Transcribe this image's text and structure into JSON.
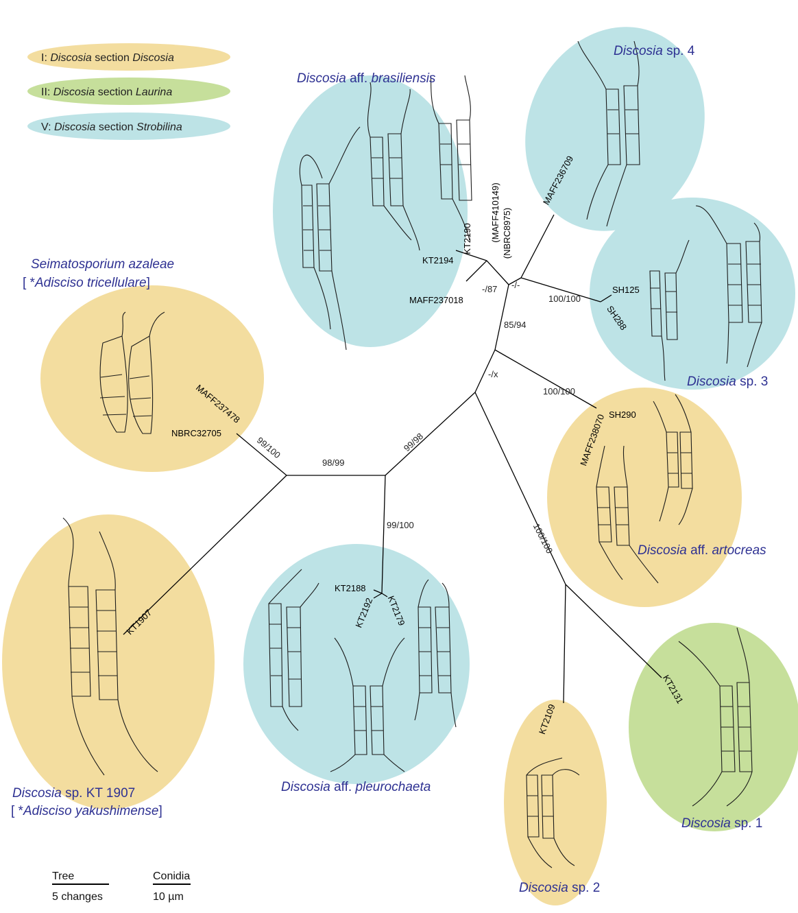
{
  "colors": {
    "section_I": "#f3dd9f",
    "section_II": "#c6df9b",
    "section_V": "#bde3e6",
    "taxon_text": "#2e3192"
  },
  "legend": [
    {
      "prefix": "I: ",
      "genus": "Discosia",
      "mid": " section ",
      "section": "Discosia",
      "color_key": "section_I"
    },
    {
      "prefix": "II: ",
      "genus": "Discosia",
      "mid": " section ",
      "section": "Laurina",
      "color_key": "section_II"
    },
    {
      "prefix": "V: ",
      "genus": "Discosia",
      "mid": " section ",
      "section": "Strobilina",
      "color_key": "section_V"
    }
  ],
  "clades": {
    "brasiliensis": {
      "genus": "Discosia",
      "mid": " aff. ",
      "epithet": "brasiliensis"
    },
    "sp4": {
      "genus": "Discosia",
      "rest": " sp. 4"
    },
    "sp3": {
      "genus": "Discosia",
      "rest": " sp. 3"
    },
    "artocreas": {
      "genus": "Discosia",
      "mid": " aff. ",
      "epithet": "artocreas"
    },
    "sp1": {
      "genus": "Discosia",
      "rest": " sp. 1"
    },
    "sp2": {
      "genus": "Discosia",
      "rest": " sp. 2"
    },
    "pleurochaeta": {
      "genus": "Discosia",
      "mid": " aff. ",
      "epithet": "pleurochaeta"
    },
    "seimatosporium": {
      "line1": "Seimatosporium azaleae",
      "line2_open": "[ *",
      "line2_name": "Adisciso tricellulare",
      "line2_close": "]"
    },
    "kt1907": {
      "genus": "Discosia",
      "rest": " sp. KT 1907",
      "line2_open": "[ *",
      "line2_name": "Adisciso yakushimense",
      "line2_close": "]"
    }
  },
  "strains": {
    "kt2190": "KT2190",
    "kt2194": "KT2194",
    "maff237018": "MAFF237018",
    "maff410149": "(MAFF410149)",
    "nbrc8975": "(NBRC8975)",
    "maff236709": "MAFF236709",
    "sh125": "SH125",
    "sh288": "SH288",
    "sh290": "SH290",
    "maff238070": "MAFF238070",
    "maff237478": "MAFF237478",
    "nbrc32705": "NBRC32705",
    "kt1907": "KT1907",
    "kt2188": "KT2188",
    "kt2192": "KT2192",
    "kt2179": "KT2179",
    "kt2109": "KT2109",
    "kt2131": "KT2131"
  },
  "support": {
    "brasiliensis": "-/87",
    "sp4_node": "-/-",
    "sp3": "100/100",
    "section_V": "85/94",
    "node_x": "-/x",
    "artocreas": "100/100",
    "node_9998": "99/98",
    "node_9899": "98/99",
    "seimatosporium": "99/100",
    "pleurochaeta": "99/100",
    "sp1_sp2": "100/100"
  },
  "scale": {
    "tree_title": "Tree",
    "tree_value": "5 changes",
    "conidia_title": "Conidia",
    "conidia_value": "10 µm"
  }
}
